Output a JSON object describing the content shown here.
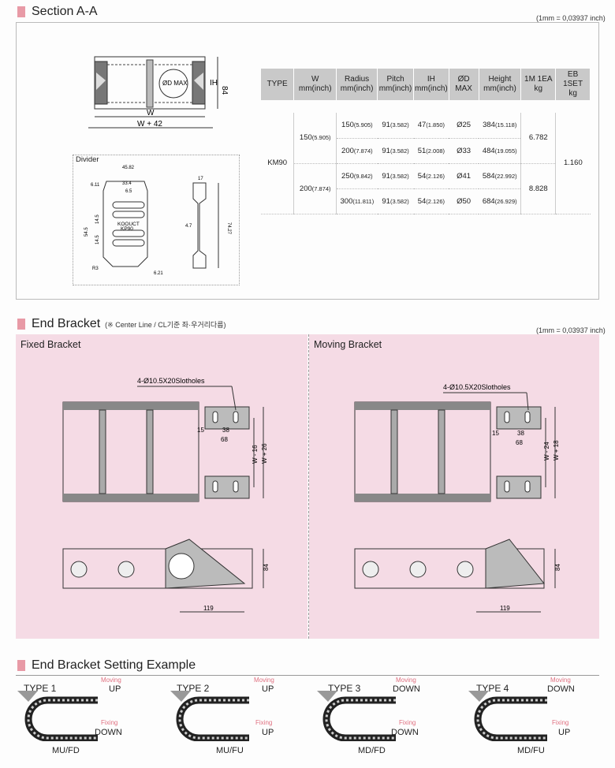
{
  "sectionA": {
    "title": "Section A-A",
    "unit": "(1mm = 0,03937 inch)",
    "diagram": {
      "dmax": "ØD MAX",
      "ih": "IH",
      "h84": "84",
      "w": "W",
      "w42": "W + 42"
    },
    "divider": {
      "title": "Divider",
      "dims": [
        "45.82",
        "33.4",
        "6.11",
        "6.5",
        "14.5",
        "14.5",
        "54.5",
        "R3",
        "6.21",
        "17",
        "4.7",
        "74.27"
      ],
      "logo1": "KOOUCT",
      "logo2": "KP90"
    },
    "table": {
      "headers": [
        {
          "main": "TYPE",
          "sub": ""
        },
        {
          "main": "W",
          "sub": "mm(inch)"
        },
        {
          "main": "Radius",
          "sub": "mm(inch)"
        },
        {
          "main": "Pitch",
          "sub": "mm(inch)"
        },
        {
          "main": "IH",
          "sub": "mm(inch)"
        },
        {
          "main": "ØD MAX",
          "sub": ""
        },
        {
          "main": "Height",
          "sub": "mm(inch)"
        },
        {
          "main": "1M 1EA",
          "sub": "kg"
        },
        {
          "main": "EB 1SET",
          "sub": "kg"
        }
      ],
      "type": "KM90",
      "w_values": [
        "150",
        "(5.905)",
        "200",
        "(7.874)"
      ],
      "rows": [
        {
          "radius": "150",
          "radius_in": "(5.905)",
          "pitch": "91",
          "pitch_in": "(3.582)",
          "ih": "47",
          "ih_in": "(1.850)",
          "dmax": "Ø25",
          "height": "384",
          "height_in": "(15.118)"
        },
        {
          "radius": "200",
          "radius_in": "(7.874)",
          "pitch": "91",
          "pitch_in": "(3.582)",
          "ih": "51",
          "ih_in": "(2.008)",
          "dmax": "Ø33",
          "height": "484",
          "height_in": "(19.055)"
        },
        {
          "radius": "250",
          "radius_in": "(9.842)",
          "pitch": "91",
          "pitch_in": "(3.582)",
          "ih": "54",
          "ih_in": "(2.126)",
          "dmax": "Ø41",
          "height": "584",
          "height_in": "(22.992)"
        },
        {
          "radius": "300",
          "radius_in": "(11.811)",
          "pitch": "91",
          "pitch_in": "(3.582)",
          "ih": "54",
          "ih_in": "(2.126)",
          "dmax": "Ø50",
          "height": "684",
          "height_in": "(26.929)"
        }
      ],
      "kg_1m": [
        "6.782",
        "8.828"
      ],
      "kg_eb": "1.160"
    }
  },
  "endBracket": {
    "title": "End Bracket",
    "subtitle": "(※ Center Line / CL기준 좌·우거리다름)",
    "unit": "(1mm = 0,03937 inch)",
    "fixed": {
      "title": "Fixed Bracket",
      "slot": "4-Ø10.5X20Slotholes",
      "d15": "15",
      "d38": "38",
      "d68": "68",
      "wminus": "W - 16",
      "wplus": "W + 26",
      "h84": "84",
      "d119": "119"
    },
    "moving": {
      "title": "Moving Bracket",
      "slot": "4-Ø10.5X20Slotholes",
      "d15": "15",
      "d38": "38",
      "d68": "68",
      "wminus": "W - 24",
      "wplus": "W + 18",
      "h84": "84",
      "d119": "119"
    }
  },
  "settingExample": {
    "title": "End Bracket Setting Example",
    "moving_label": "Moving",
    "fixing_label": "Fixing",
    "types": [
      {
        "name": "TYPE 1",
        "moving": "UP",
        "fixing": "DOWN",
        "code": "MU/FD"
      },
      {
        "name": "TYPE 2",
        "moving": "UP",
        "fixing": "UP",
        "code": "MU/FU"
      },
      {
        "name": "TYPE 3",
        "moving": "DOWN",
        "fixing": "DOWN",
        "code": "MD/FD"
      },
      {
        "name": "TYPE 4",
        "moving": "DOWN",
        "fixing": "UP",
        "code": "MD/FU"
      }
    ]
  }
}
